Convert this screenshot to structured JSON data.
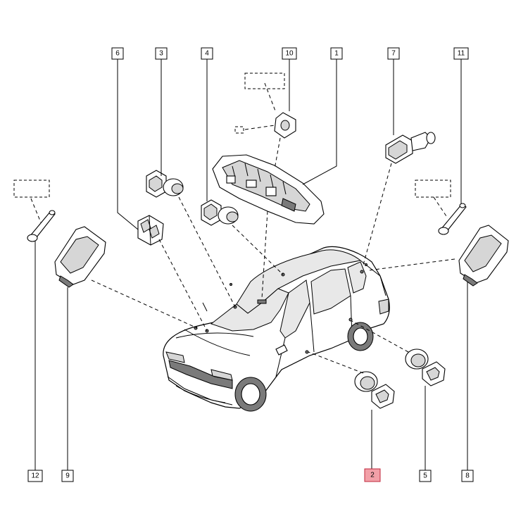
{
  "callouts": {
    "c6": "6",
    "c3": "3",
    "c4": "4",
    "c10": "10",
    "c1": "1",
    "c7": "7",
    "c11": "11",
    "c12": "12",
    "c9": "9",
    "c2": "2",
    "c5": "5",
    "c8": "8"
  },
  "highlighted_callout": "2",
  "colors": {
    "highlight_fill": "#f2a0a8",
    "highlight_stroke": "#c0283c"
  }
}
